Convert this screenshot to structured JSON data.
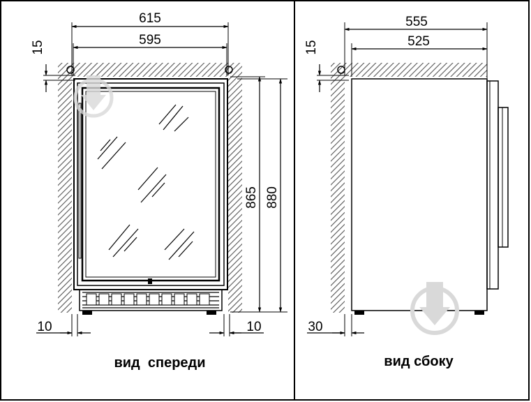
{
  "front_view": {
    "caption": "вид  спереди",
    "dims": {
      "outer_width": "615",
      "inner_width": "595",
      "top_gap": "15",
      "height_inner": "865",
      "height_outer": "880",
      "left_gap": "10",
      "right_gap": "10"
    }
  },
  "side_view": {
    "caption": "вид сбоку",
    "dims": {
      "outer_depth": "555",
      "inner_depth": "525",
      "top_gap": "15",
      "bottom_gap": "30"
    }
  },
  "colors": {
    "line": "#000000",
    "hatch": "#555555",
    "watermark": "#d9d9d9"
  },
  "icons": [
    "download-watermark-icon"
  ]
}
